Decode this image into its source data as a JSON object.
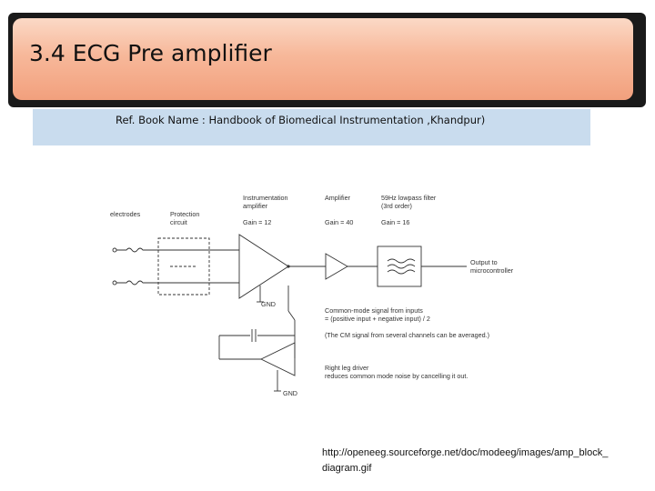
{
  "slide": {
    "title": "3.4 ECG Pre amplifier",
    "reference": "Ref. Book Name : Handbook of Biomedical Instrumentation ,Khandpur)",
    "source_url_line1": "http://openeeg.sourceforge.net/doc/modeeg/images/amp_block_",
    "source_url_line2": "diagram.gif"
  },
  "diagram": {
    "electrodes": "electrodes",
    "protection_1": "Protection",
    "protection_2": "circuit",
    "inamp_1": "Instrumentation",
    "inamp_2": "amplifier",
    "inamp_gain": "Gain = 12",
    "amp": "Amplifier",
    "amp_gain": "Gain = 40",
    "filter_1": "59Hz lowpass filter",
    "filter_2": "(3rd order)",
    "filter_gain": "Gain = 16",
    "output_1": "Output to",
    "output_2": "microcontroller",
    "gnd": "GND",
    "cm_1": "Common-mode signal from inputs",
    "cm_2": "= (positive input + negative input) / 2",
    "cm_3": "(The CM signal from several channels can be averaged.)",
    "rld_1": "Right leg driver",
    "rld_2": "reduces common mode noise by cancelling it out."
  }
}
